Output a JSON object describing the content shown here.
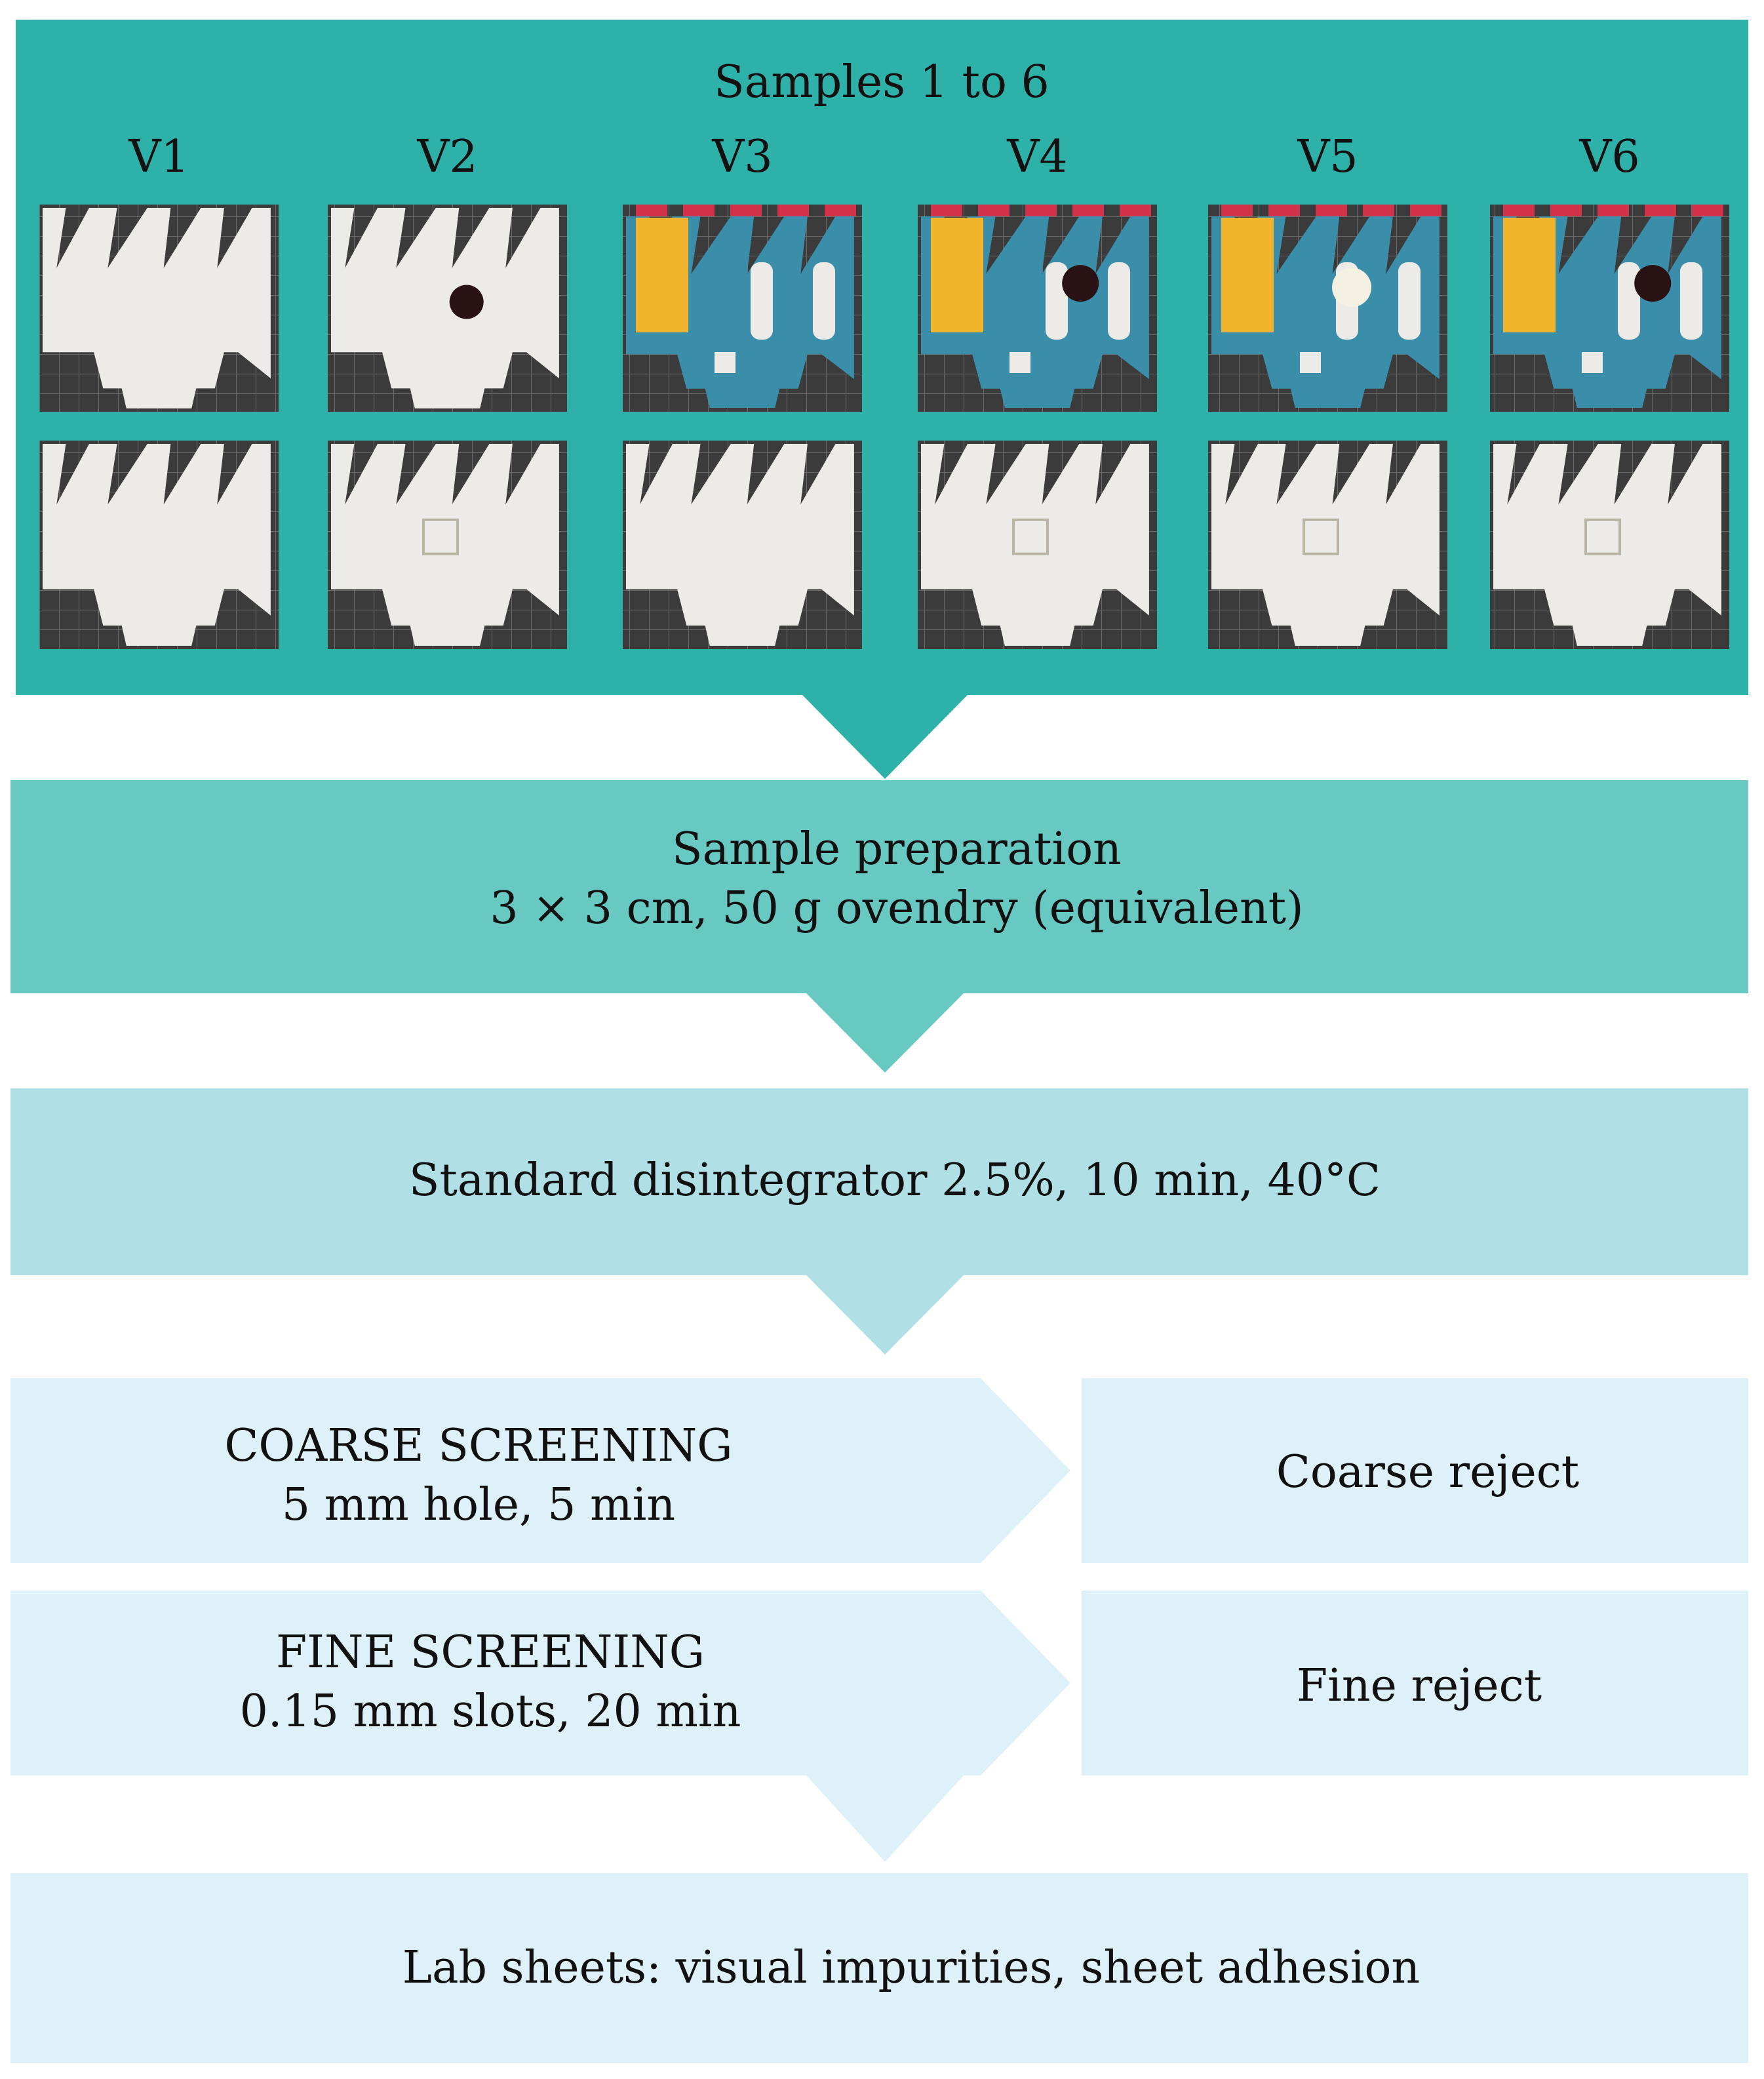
{
  "colors": {
    "stage1": "#2eb1a8",
    "stage2": "#68c8c2",
    "stage3": "#b0e0e6",
    "stage4": "#dff1f8",
    "grid_mat": "#3b3b3b",
    "grid_line": "#6a6a6a",
    "carton_white": "#ecebe7",
    "carton_blue": "#3a8eaa",
    "carton_yellow": "#f0b52c",
    "carton_red": "#d2314a",
    "label_dark": "#2a1214",
    "label_light": "#f4f1e2"
  },
  "samples": {
    "title": "Samples 1 to 6",
    "variants": [
      {
        "id": "V1",
        "printed": false,
        "label": "none"
      },
      {
        "id": "V2",
        "printed": false,
        "label": "dark"
      },
      {
        "id": "V3",
        "printed": true,
        "label": "none"
      },
      {
        "id": "V4",
        "printed": true,
        "label": "dark"
      },
      {
        "id": "V5",
        "printed": true,
        "label": "light"
      },
      {
        "id": "V6",
        "printed": true,
        "label": "dark"
      }
    ]
  },
  "steps": {
    "preparation": {
      "line1": "Sample preparation",
      "line2": "3 × 3 cm, 50 g ovendry (equivalent)"
    },
    "disintegrator": {
      "line1": "Standard disintegrator 2.5%, 10 min, 40°C"
    },
    "coarse": {
      "line1": "COARSE SCREENING",
      "line2": "5 mm hole, 5 min",
      "reject": "Coarse reject"
    },
    "fine": {
      "line1": "FINE SCREENING",
      "line2": "0.15 mm slots, 20 min",
      "reject": "Fine reject"
    },
    "lab": {
      "line1": "Lab sheets: visual impurities, sheet adhesion"
    }
  }
}
